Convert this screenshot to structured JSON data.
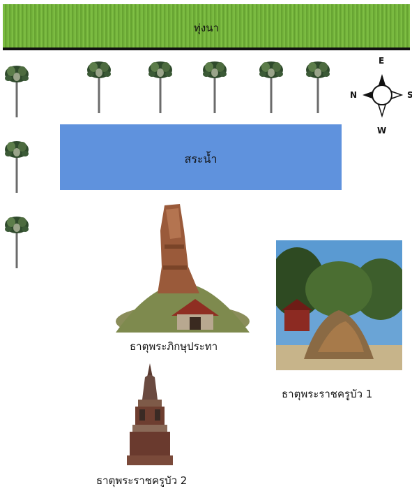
{
  "field": {
    "label": "ทุ่งนา"
  },
  "pond": {
    "label": "สระน้ำ"
  },
  "compass": {
    "north": "N",
    "east": "E",
    "south": "S",
    "west": "W"
  },
  "stupas": [
    {
      "label": "ธาตุพระภิกษุประทา"
    },
    {
      "label": "ธาตุพระราชครูบัว 1"
    },
    {
      "label": "ธาตุพระราชครูบัว 2"
    }
  ]
}
